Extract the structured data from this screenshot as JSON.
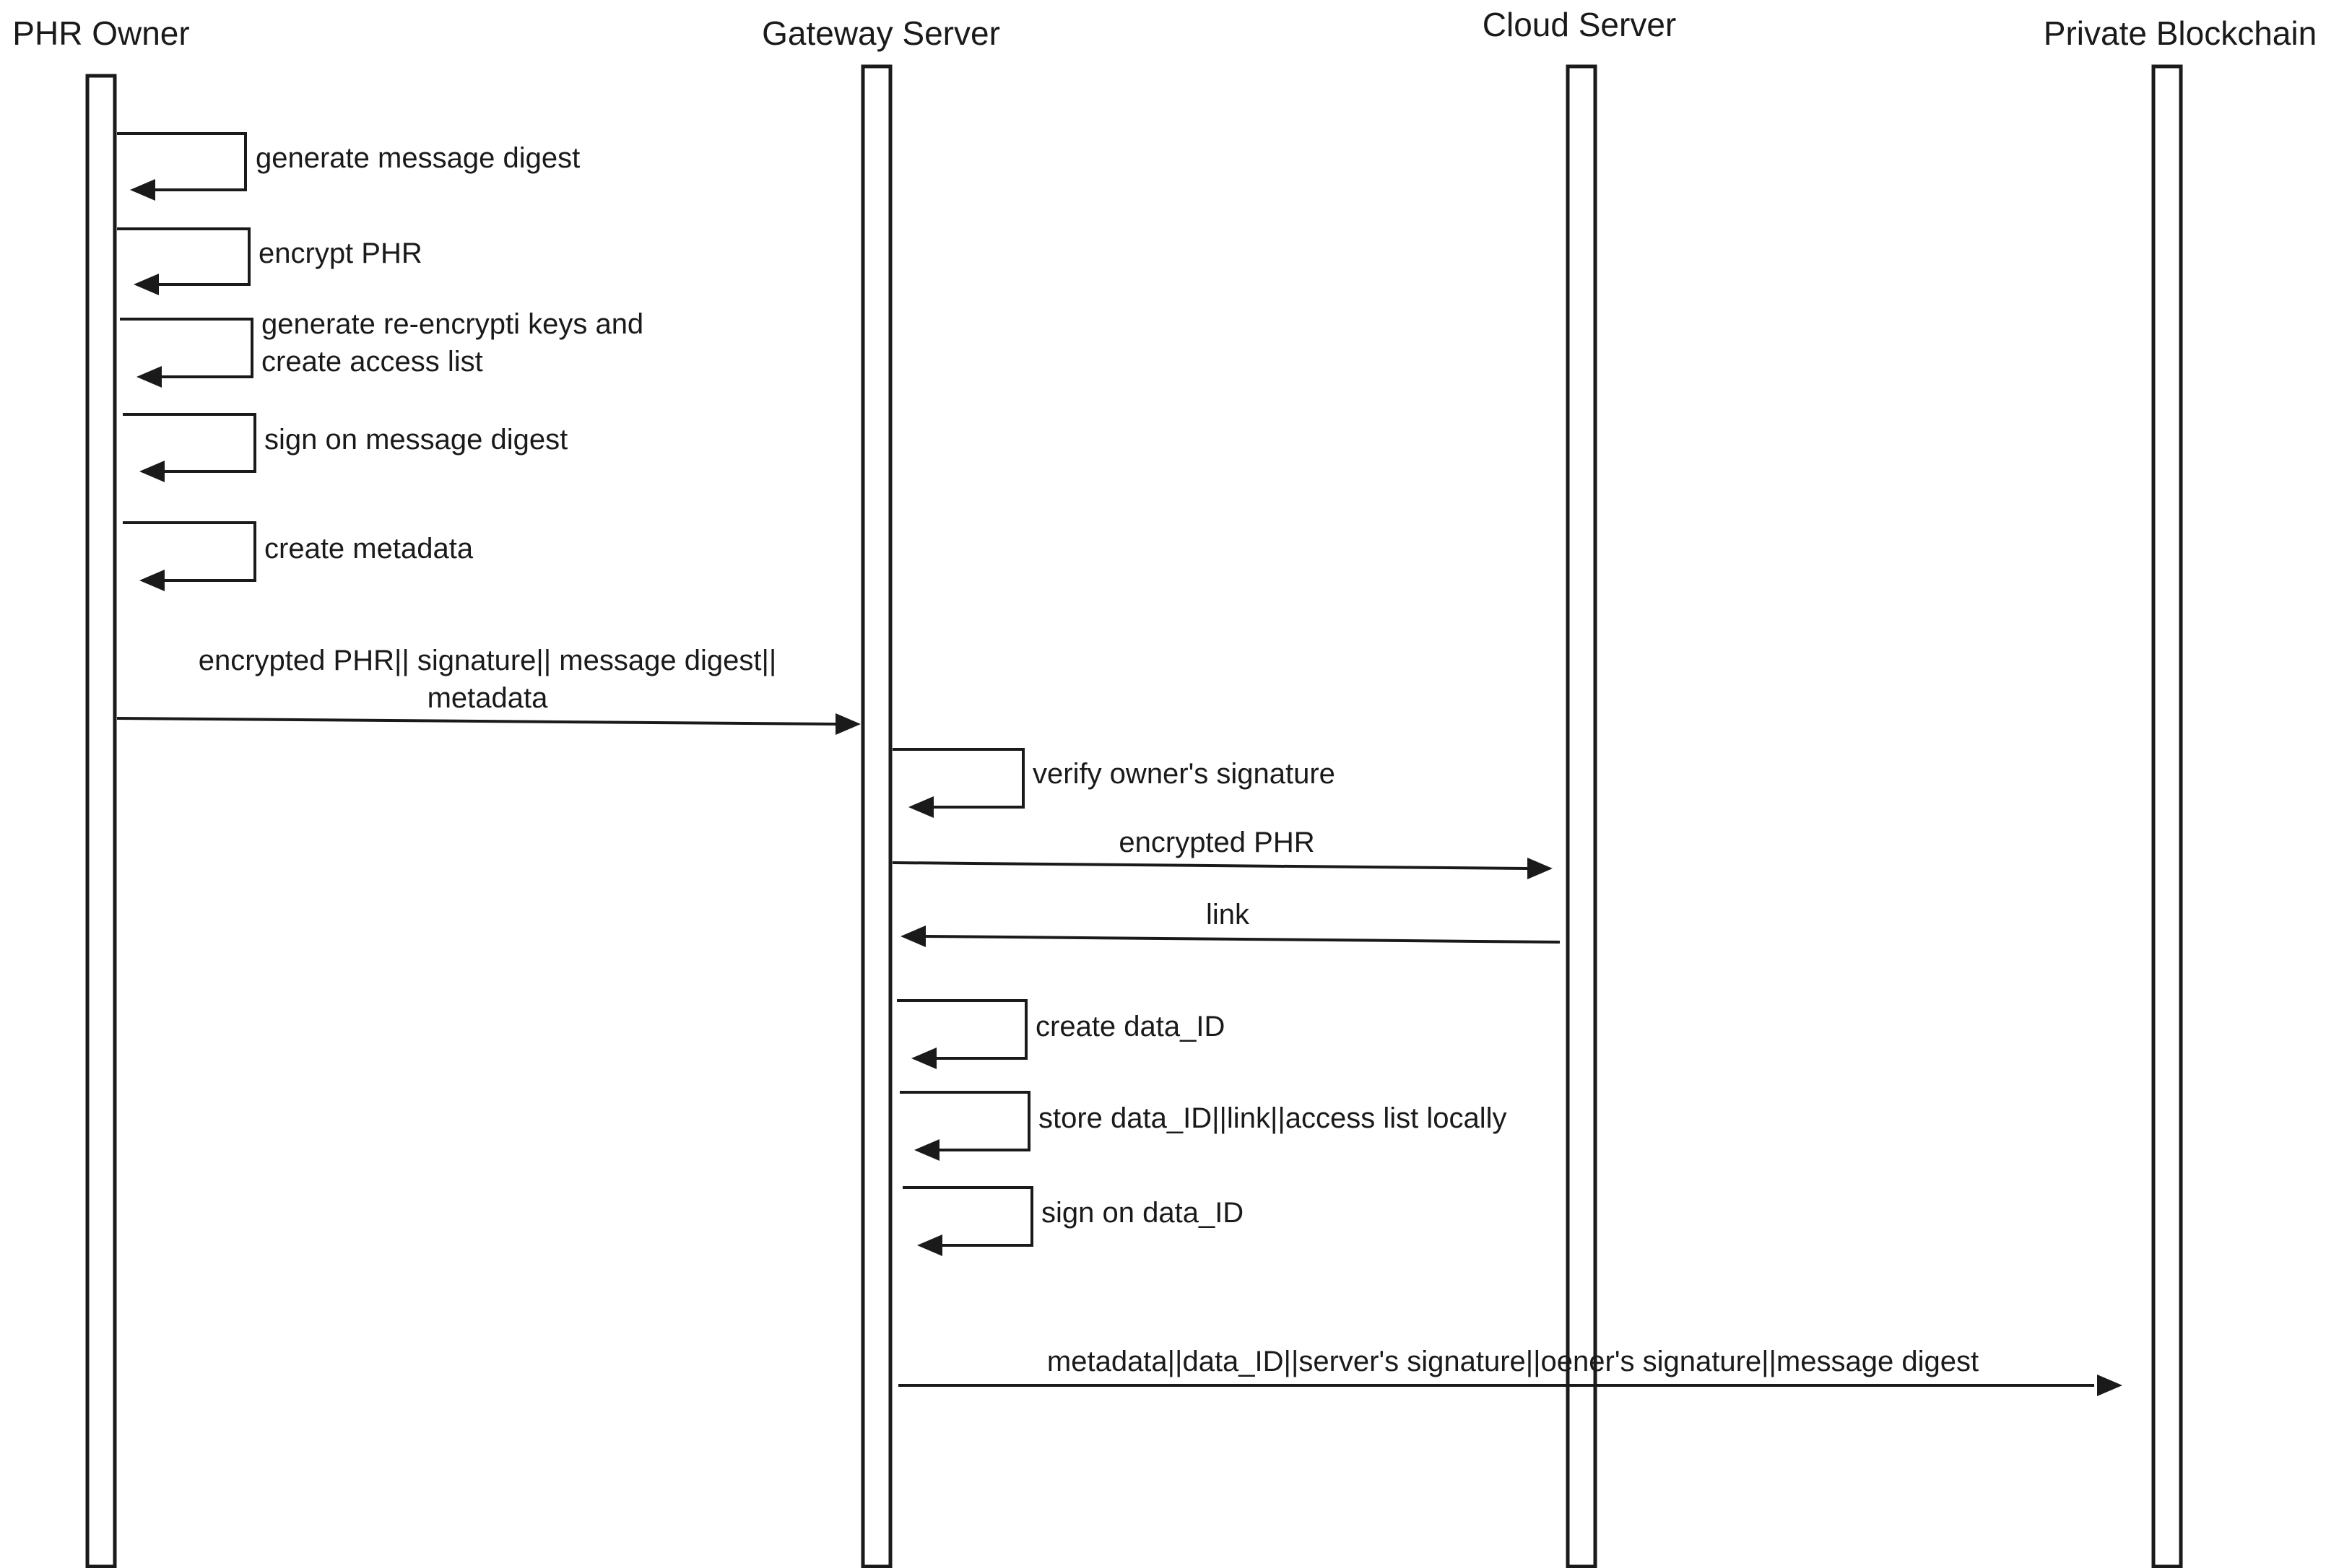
{
  "participants": {
    "phr_owner": "PHR Owner",
    "gateway_server": "Gateway Server",
    "cloud_server": "Cloud Server",
    "private_blockchain": "Private Blockchain"
  },
  "messages": {
    "generate_digest": "generate message digest",
    "encrypt_phr": "encrypt PHR",
    "gen_keys_line1": "generate re-encrypti keys and",
    "gen_keys_line2": "create access list",
    "sign_digest": "sign on message digest",
    "create_metadata": "create metadata",
    "send_to_gateway_line1": "encrypted PHR|| signature|| message digest||",
    "send_to_gateway_line2": "metadata",
    "verify_signature": "verify owner's signature",
    "send_encrypted_phr": "encrypted PHR",
    "return_link": "link",
    "create_data_id": "create data_ID",
    "store_locally": "store data_ID||link||access list locally",
    "sign_data_id": "sign on data_ID",
    "send_to_blockchain": "metadata||data_ID||server's signature||oener's signature||message digest"
  }
}
